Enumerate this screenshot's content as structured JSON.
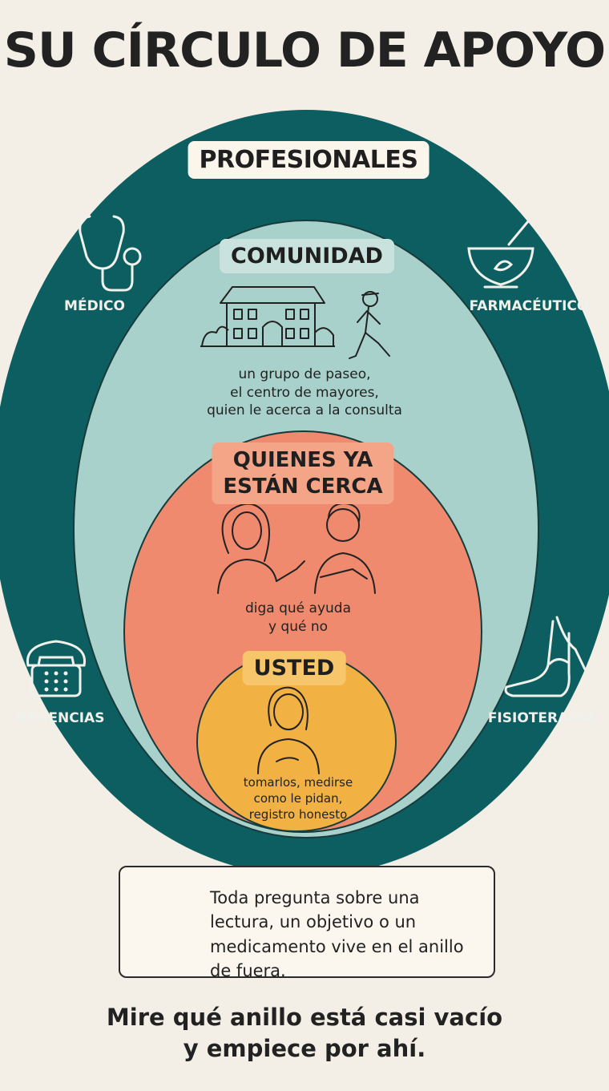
{
  "title": "SU CÍRCULO DE APOYO",
  "rings": {
    "profesionales": {
      "label": "PROFESIONALES",
      "color": "#0d5e61"
    },
    "comunidad": {
      "label": "COMUNIDAD",
      "color": "#a9d1cb",
      "caption": "un grupo de paseo,\nel centro de mayores,\nquien le acerca a la consulta"
    },
    "cerca": {
      "label_line1": "QUIENES YA",
      "label_line2": "ESTÁN CERCA",
      "color": "#f08a6f",
      "caption": "diga qué ayuda\ny qué no"
    },
    "usted": {
      "label": "USTED",
      "color": "#f2b243",
      "caption": "tomarlos, medirse\ncomo le pidan,\nregistro honesto"
    }
  },
  "professionals": [
    {
      "label": "MÉDICO",
      "icon": "stethoscope-icon"
    },
    {
      "label": "FARMACÉUTICO",
      "icon": "mortar-pestle-icon"
    },
    {
      "label": "URGENCIAS",
      "icon": "telephone-icon"
    },
    {
      "label": "FISIOTERAPIA",
      "icon": "foot-therapy-icon"
    }
  ],
  "note": {
    "icon": "question-bubble-icon",
    "text": "Toda pregunta sobre una lectura, un objetivo o un medicamento vive en el anillo de fuera."
  },
  "footer": "Mire qué anillo está casi vacío\ny empiece por ahí."
}
